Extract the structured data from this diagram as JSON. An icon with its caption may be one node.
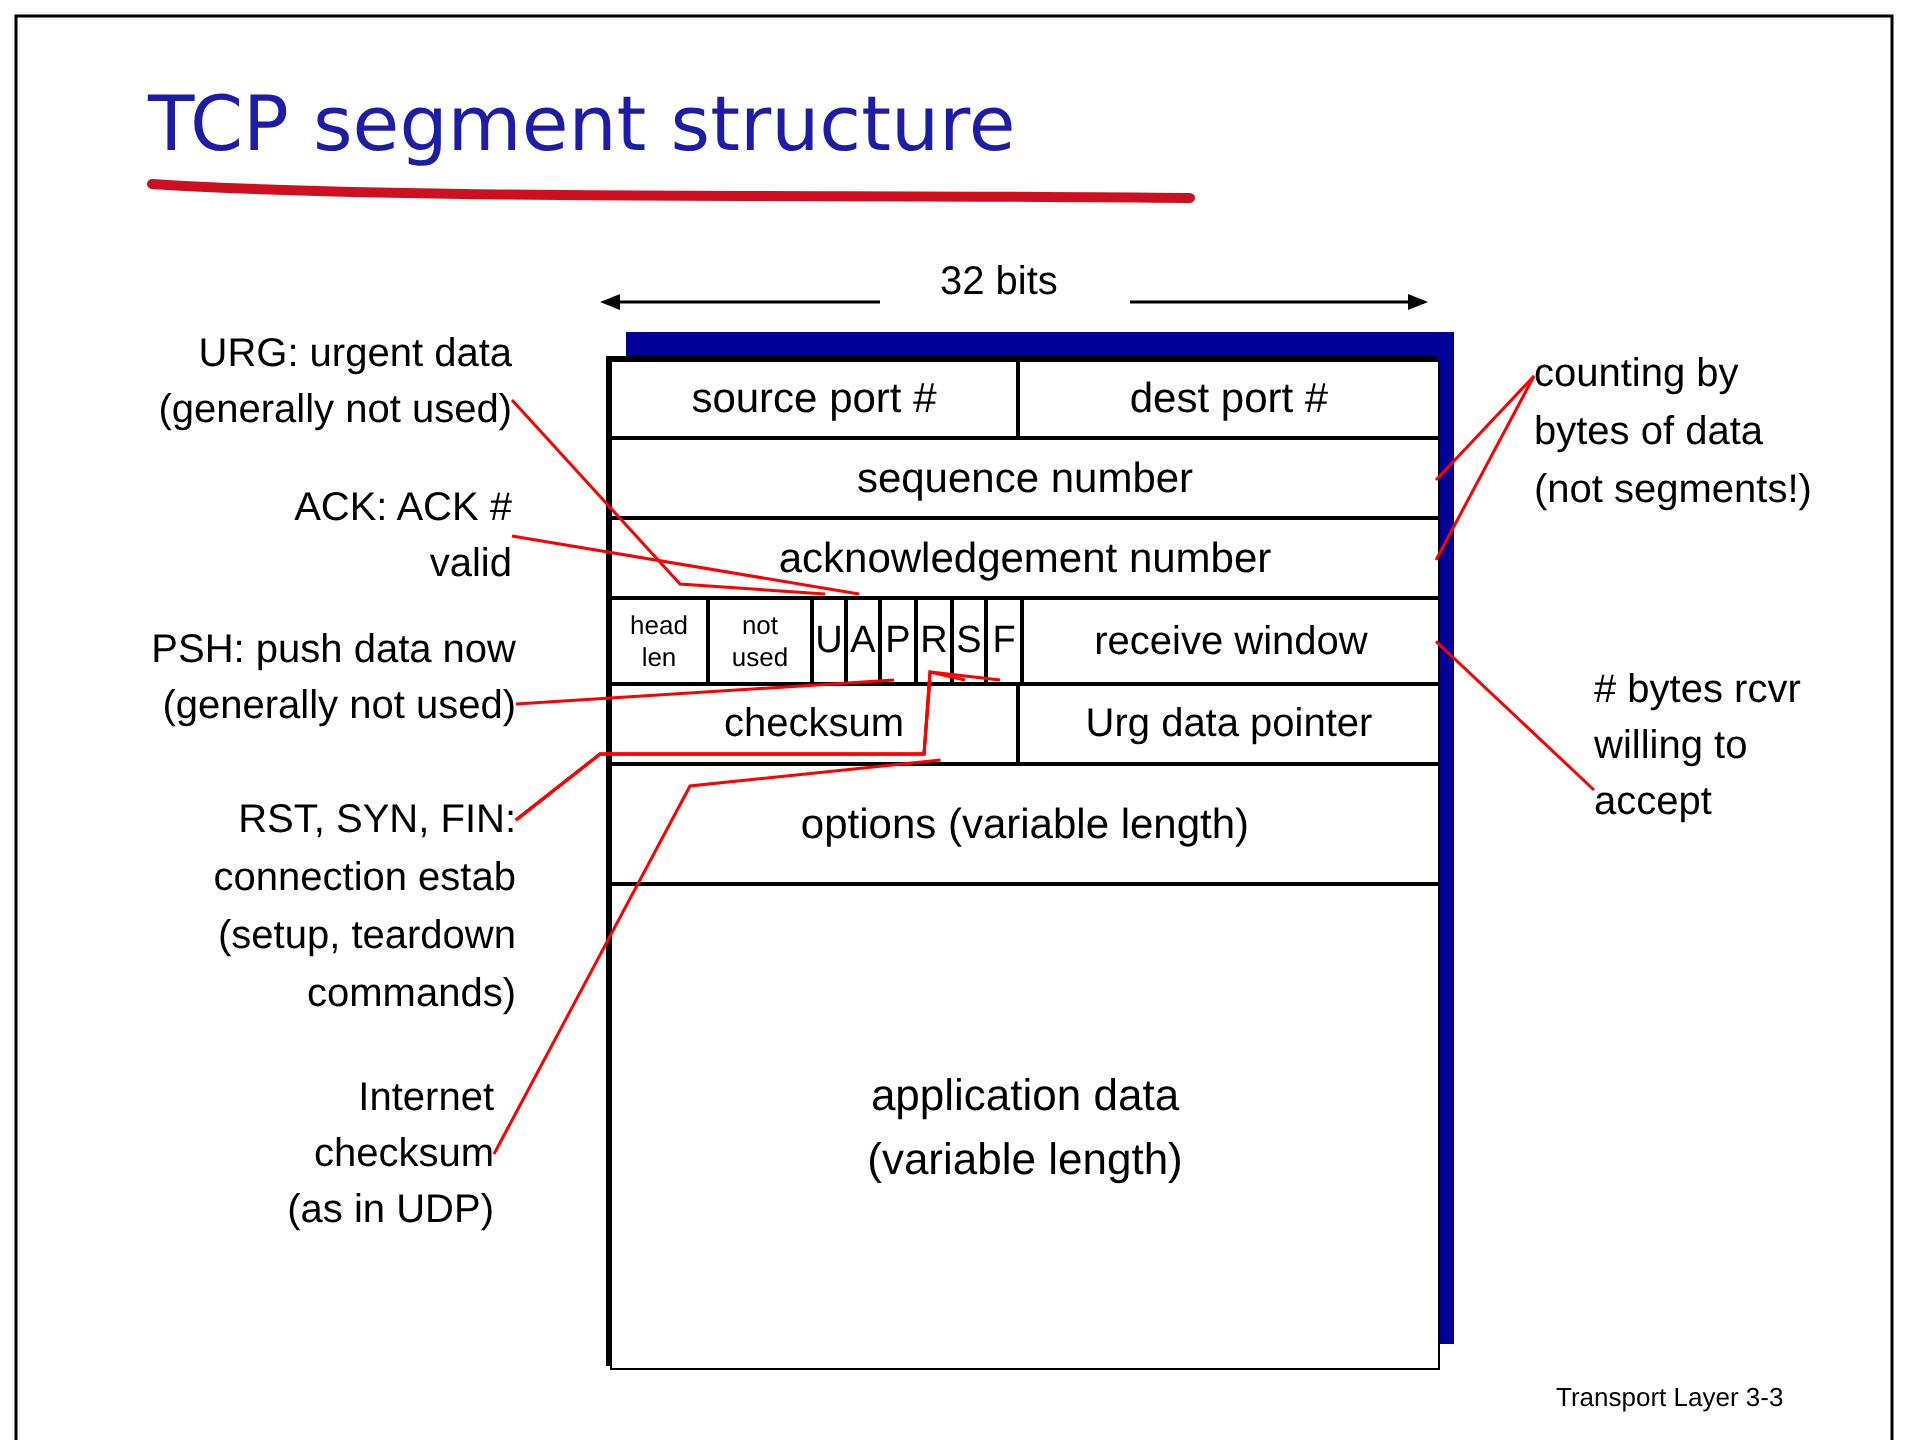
{
  "diagram": {
    "title": "TCP segment structure",
    "nodes": [
      {
        "text": [],
        "shape": "box"
      },
      {
        "text": [
          "source port #"
        ],
        "in": 0
      },
      {
        "text": [
          "dest port #"
        ],
        "in": 0
      },
      {
        "text": [
          "sequence number"
        ],
        "in": 0
      },
      {
        "text": [
          "acknowledgement number"
        ],
        "in": 0
      },
      {
        "text": [
          "head len"
        ],
        "in": 0
      },
      {
        "text": [
          "not used"
        ],
        "in": 0
      },
      {
        "text": [
          "U"
        ],
        "in": 0
      },
      {
        "text": [
          "A"
        ],
        "in": 0
      },
      {
        "text": [
          "P"
        ],
        "in": 0
      },
      {
        "text": [
          "R"
        ],
        "in": 0
      },
      {
        "text": [
          "S"
        ],
        "in": 0
      },
      {
        "text": [
          "F"
        ],
        "in": 0
      },
      {
        "text": [
          "receive window"
        ],
        "in": 0
      },
      {
        "text": [
          "checksum"
        ],
        "in": 0
      },
      {
        "text": [
          "Urg data pointer"
        ],
        "in": 0
      },
      {
        "text": [
          "options (variable length)"
        ],
        "in": 0
      },
      {
        "text": [
          "application data (variable length)"
        ],
        "in": 0
      },
      {
        "text": [
          "URG: urgent data (generally not used)"
        ]
      },
      {
        "text": [
          "ACK: ACK # valid"
        ]
      },
      {
        "text": [
          "PSH: push data now (generally not used)"
        ]
      },
      {
        "text": [
          "RST, SYN, FIN: connection estab (setup, teardown commands)"
        ]
      },
      {
        "text": [
          "Internet checksum (as in UDP)"
        ]
      },
      {
        "text": [
          "counting by bytes of data (not segments!)"
        ]
      },
      {
        "text": [
          "# bytes rcvr willing to accept"
        ]
      }
    ],
    "edges": [
      {
        "from": 18,
        "to": 7,
        "arrow": "none",
        "color": "#ff0000"
      },
      {
        "from": 19,
        "to": 8,
        "arrow": "none",
        "color": "#ff0000"
      },
      {
        "from": 20,
        "to": 9,
        "arrow": "none",
        "color": "#ff0000"
      },
      {
        "from": 21,
        "to": 10,
        "arrow": "none",
        "color": "#ff0000"
      },
      {
        "from": 21,
        "to": 11,
        "arrow": "none",
        "color": "#ff0000"
      },
      {
        "from": 21,
        "to": 12,
        "arrow": "none",
        "color": "#ff0000"
      },
      {
        "from": 22,
        "to": 14,
        "arrow": "none",
        "color": "#ff0000"
      },
      {
        "from": 23,
        "to": 3,
        "arrow": "none",
        "color": "#ff0000"
      },
      {
        "from": 23,
        "to": 4,
        "arrow": "none",
        "color": "#ff0000"
      },
      {
        "from": 24,
        "to": 13,
        "arrow": "none",
        "color": "#ff0000"
      }
    ],
    "labels": [
      "32 bits",
      "Transport Layer 3-3"
    ]
  }
}
